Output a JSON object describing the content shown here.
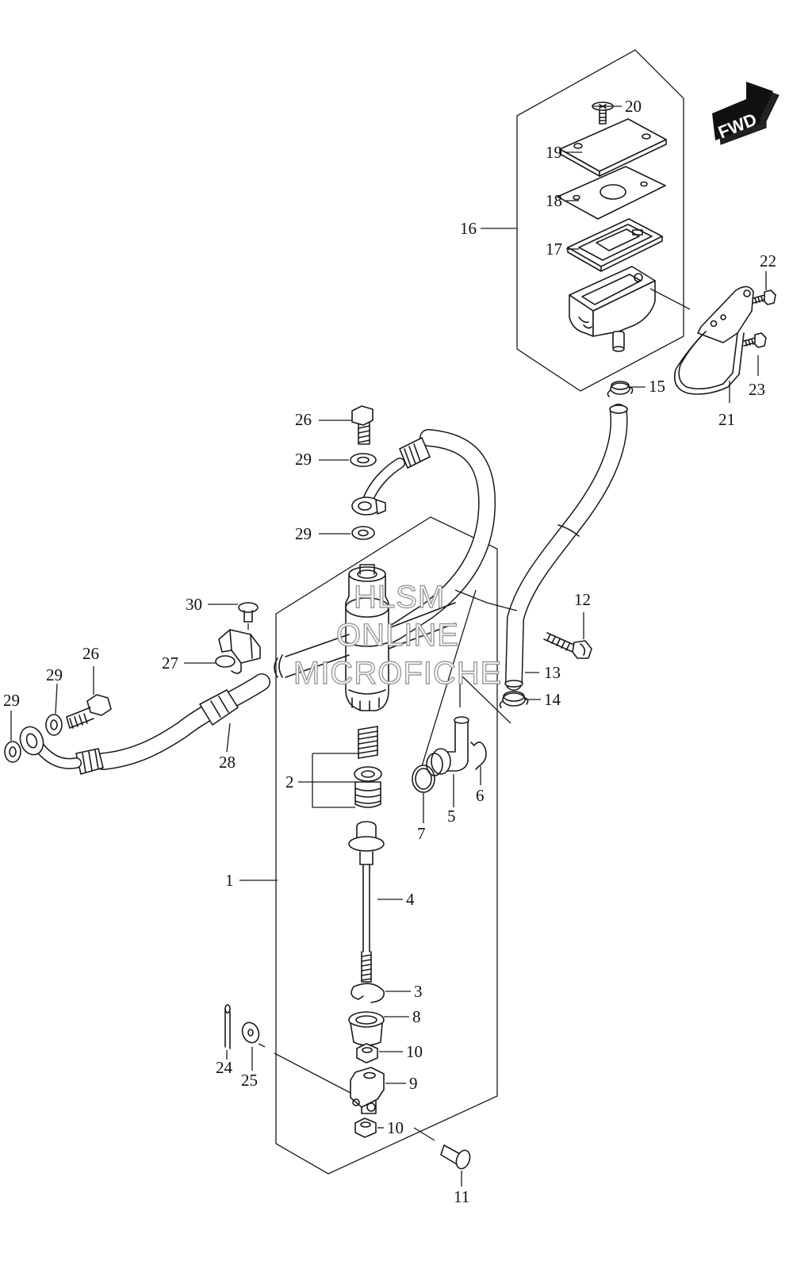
{
  "watermark": {
    "line1": "HLSM",
    "line2": "ONLINE",
    "line3": "MICROFICHE"
  },
  "fwd_badge": {
    "label": "FWD"
  },
  "callouts": {
    "c1": "1",
    "c2": "2",
    "c3": "3",
    "c4": "4",
    "c5": "5",
    "c6": "6",
    "c7": "7",
    "c8": "8",
    "c9": "9",
    "c10a": "10",
    "c10b": "10",
    "c11": "11",
    "c12": "12",
    "c13": "13",
    "c14": "14",
    "c15": "15",
    "c16": "16",
    "c17": "17",
    "c18": "18",
    "c19": "19",
    "c20": "20",
    "c21": "21",
    "c22": "22",
    "c23": "23",
    "c24": "24",
    "c25": "25",
    "c26a": "26",
    "c26b": "26",
    "c27": "27",
    "c28": "28",
    "c29a": "29",
    "c29b": "29",
    "c29c": "29",
    "c29d": "29",
    "c30": "30"
  }
}
